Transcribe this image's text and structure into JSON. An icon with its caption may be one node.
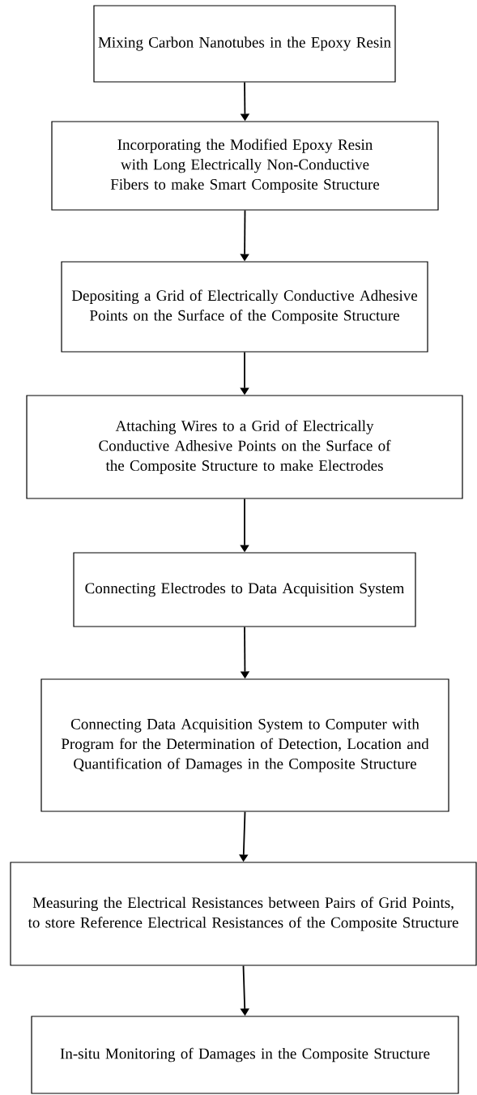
{
  "diagram": {
    "nodes": [
      {
        "text": [
          "Mixing Carbon Nanotubes in the Epoxy Resin"
        ]
      },
      {
        "text": [
          "Incorporating the Modified Epoxy Resin with Long Electrically Non-Conductive Fibers to make Smart Composite Structure"
        ]
      },
      {
        "text": [
          "Depositing a Grid of Electrically Conductive Adhesive Points on the Surface of the Composite Structure"
        ]
      },
      {
        "text": [
          "Attaching Wires to a Grid of Electrically Conductive Adhesive Points on the Surface of the Composite Structure to make Electrodes"
        ]
      },
      {
        "text": [
          "Connecting Electrodes to Data Acquisition System"
        ]
      },
      {
        "text": [
          "Connecting Data Acquisition System to Computer with Program for the Determination of Detection, Location and Quantification of Damages in the Composite Structure"
        ]
      },
      {
        "text": [
          "Measuring the Electrical Resistances between Pairs of Grid Points, to store Reference Electrical Resistances of the Composite Structure"
        ]
      },
      {
        "text": [
          "In-situ Monitoring of Damages in the Composite Structure"
        ]
      }
    ],
    "edges": [
      {
        "from": 0,
        "to": 1,
        "arrow": "to"
      },
      {
        "from": 1,
        "to": 2,
        "arrow": "to"
      },
      {
        "from": 2,
        "to": 3,
        "arrow": "to"
      },
      {
        "from": 3,
        "to": 4,
        "arrow": "to"
      },
      {
        "from": 4,
        "to": 5,
        "arrow": "to"
      },
      {
        "from": 5,
        "to": 6,
        "arrow": "to"
      },
      {
        "from": 6,
        "to": 7,
        "arrow": "to"
      }
    ]
  }
}
